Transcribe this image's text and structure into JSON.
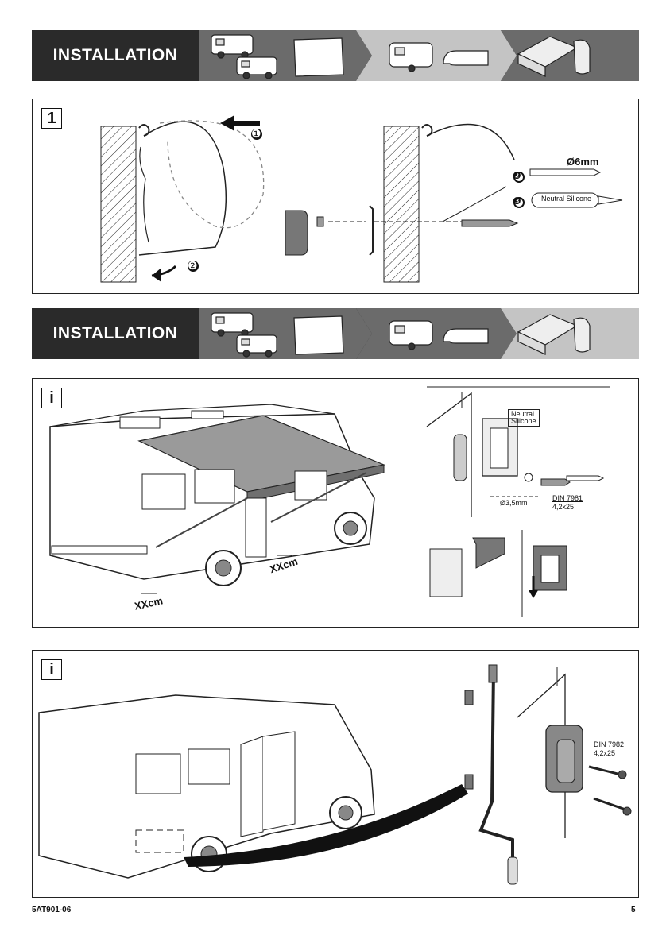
{
  "banner_1": {
    "title": "INSTALLATION"
  },
  "banner_2": {
    "title": "INSTALLATION"
  },
  "panel_1": {
    "step": "1",
    "markers": [
      "❶",
      "❷",
      "❷",
      "❸"
    ],
    "dia": "Ø6mm",
    "silicone": "Neutral Silicone"
  },
  "panel_2": {
    "step": "i",
    "distance_rear": "XXcm",
    "distance_door": "XXcm",
    "silicone": [
      "Neutral",
      "Silicone"
    ],
    "drill": "Ø3,5mm",
    "screw_std": "DIN 7981",
    "screw_size": "4,2x25"
  },
  "panel_3": {
    "step": "i",
    "screw_std": "DIN 7982",
    "screw_size": "4,2x25"
  },
  "footer": {
    "code": "5AT901-06",
    "page": "5"
  },
  "colors": {
    "banner_dark": "#2a2a2a",
    "banner_mid": "#6b6b6b",
    "banner_light": "#c4c4c4",
    "awning": "#7a7a7a"
  }
}
